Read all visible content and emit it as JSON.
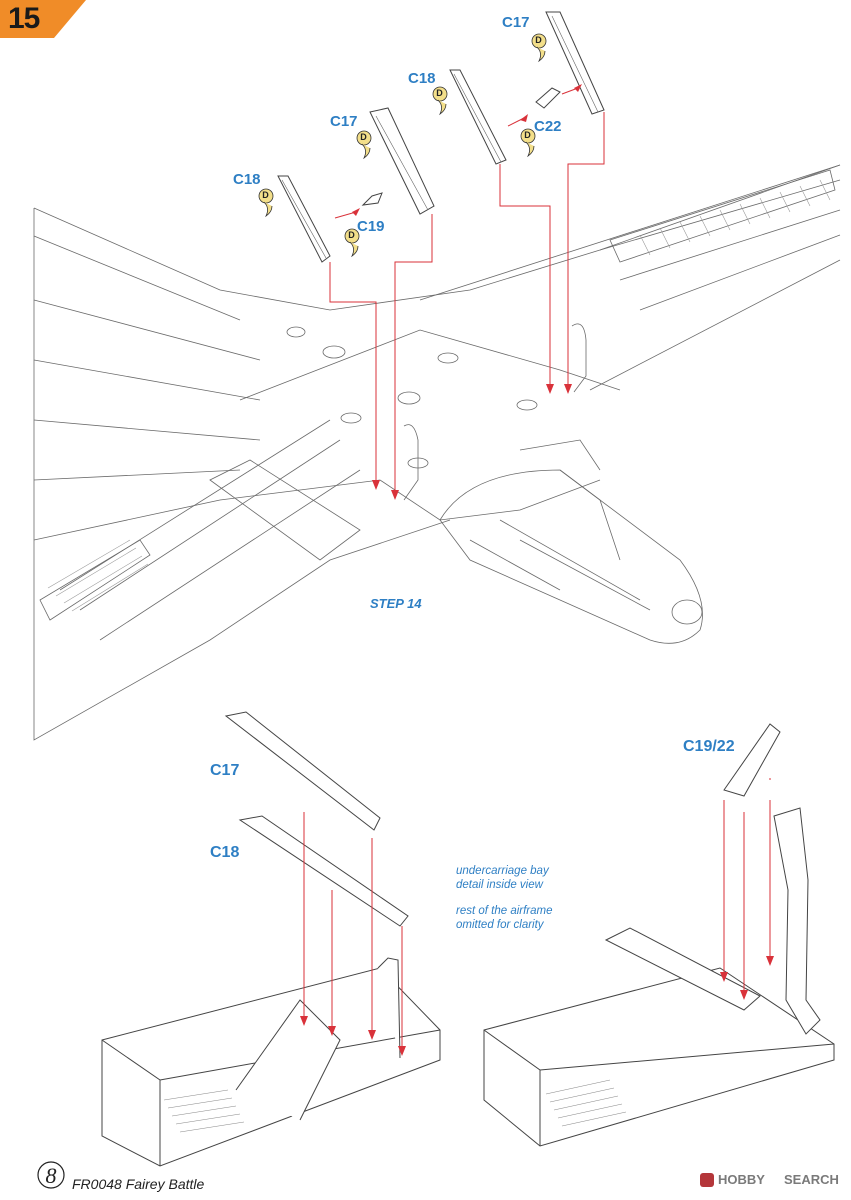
{
  "step": {
    "number": "15",
    "badge_color": "#f08c28"
  },
  "parts": {
    "c17_top": "C17",
    "c18_top": "C18",
    "c22": "C22",
    "c17_left": "C17",
    "c18_left": "C18",
    "c19": "C19",
    "c17_detail": "C17",
    "c18_detail": "C18",
    "c1922_detail": "C19/22"
  },
  "decal_letter": "D",
  "step_ref": "STEP 14",
  "notes": {
    "line1": "undercarriage bay",
    "line2": "detail inside view",
    "line3": "rest of the airframe",
    "line4": "omitted for clarity"
  },
  "footer": {
    "page": "8",
    "title": "FR0048 Fairey Battle"
  },
  "watermark": {
    "part1": "HOBBY",
    "part2": "SEARCH",
    "logo_color": "#b4363a"
  },
  "colors": {
    "label_blue": "#2e7fc4",
    "arrow_red": "#d9323a",
    "line": "#555555"
  }
}
